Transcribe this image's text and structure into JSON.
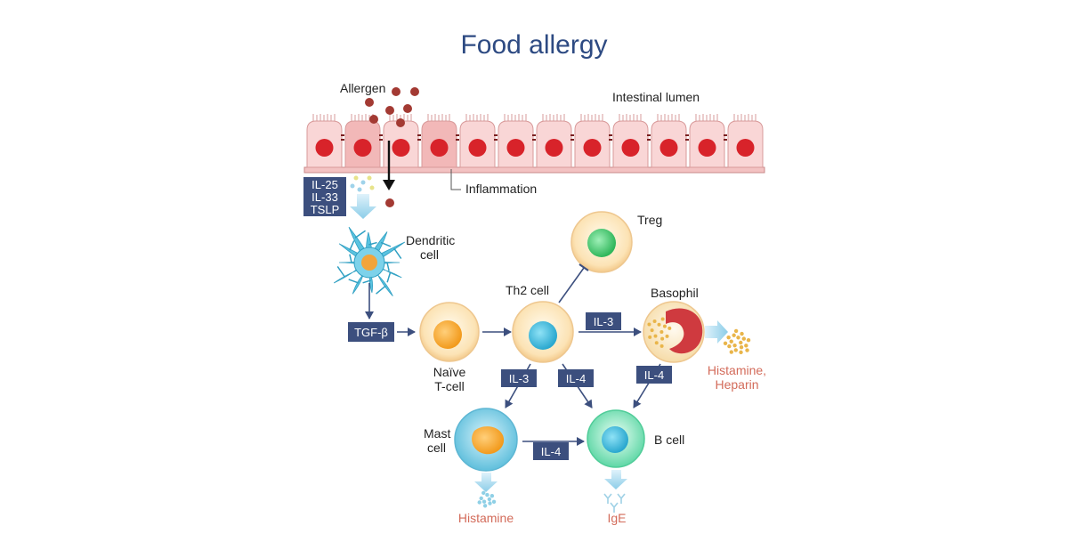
{
  "title": "Food allergy",
  "labels": {
    "allergen": "Allergen",
    "intestinal_lumen": "Intestinal lumen",
    "inflammation": "Inflammation",
    "dendritic_cell_line1": "Dendritic",
    "dendritic_cell_line2": "cell",
    "treg": "Treg",
    "th2_cell": "Th2 cell",
    "basophil": "Basophil",
    "naive_line1": "Naïve",
    "naive_line2": "T-cell",
    "mast_line1": "Mast",
    "mast_line2": "cell",
    "b_cell": "B cell",
    "histamine_heparin_line1": "Histamine,",
    "histamine_heparin_line2": "Heparin",
    "histamine": "Histamine",
    "ige": "IgE"
  },
  "boxes": {
    "cytokines": [
      "IL-25",
      "IL-33",
      "TSLP"
    ],
    "tgf_beta": "TGF-β",
    "il3_basophil": "IL-3",
    "il3_mast": "IL-3",
    "il4_bcell": "IL-4",
    "il4_basophil": "IL-4",
    "il4_mast_bcell": "IL-4"
  },
  "colors": {
    "title": "#2d4a82",
    "box": "#3c4f7e",
    "arrow": "#3c4f7e",
    "epithelium": "#f6cfcf",
    "nucleus": "#d4202a",
    "allergen": "#a33a33",
    "output_label": "#d36b5a",
    "treg": "#3cbf62",
    "th2": "#3eb6d6",
    "basophil_granule": "#c52e34",
    "mast_cell": "#8fd4e6",
    "b_cell": "#6fd8b0",
    "dendritic": "#5ac3e0"
  },
  "icons": [
    "allergen-particle",
    "epithelial-cell",
    "dendritic-cell",
    "naive-t-cell",
    "th2-cell",
    "treg-cell",
    "basophil-cell",
    "mast-cell",
    "b-cell",
    "granules"
  ]
}
